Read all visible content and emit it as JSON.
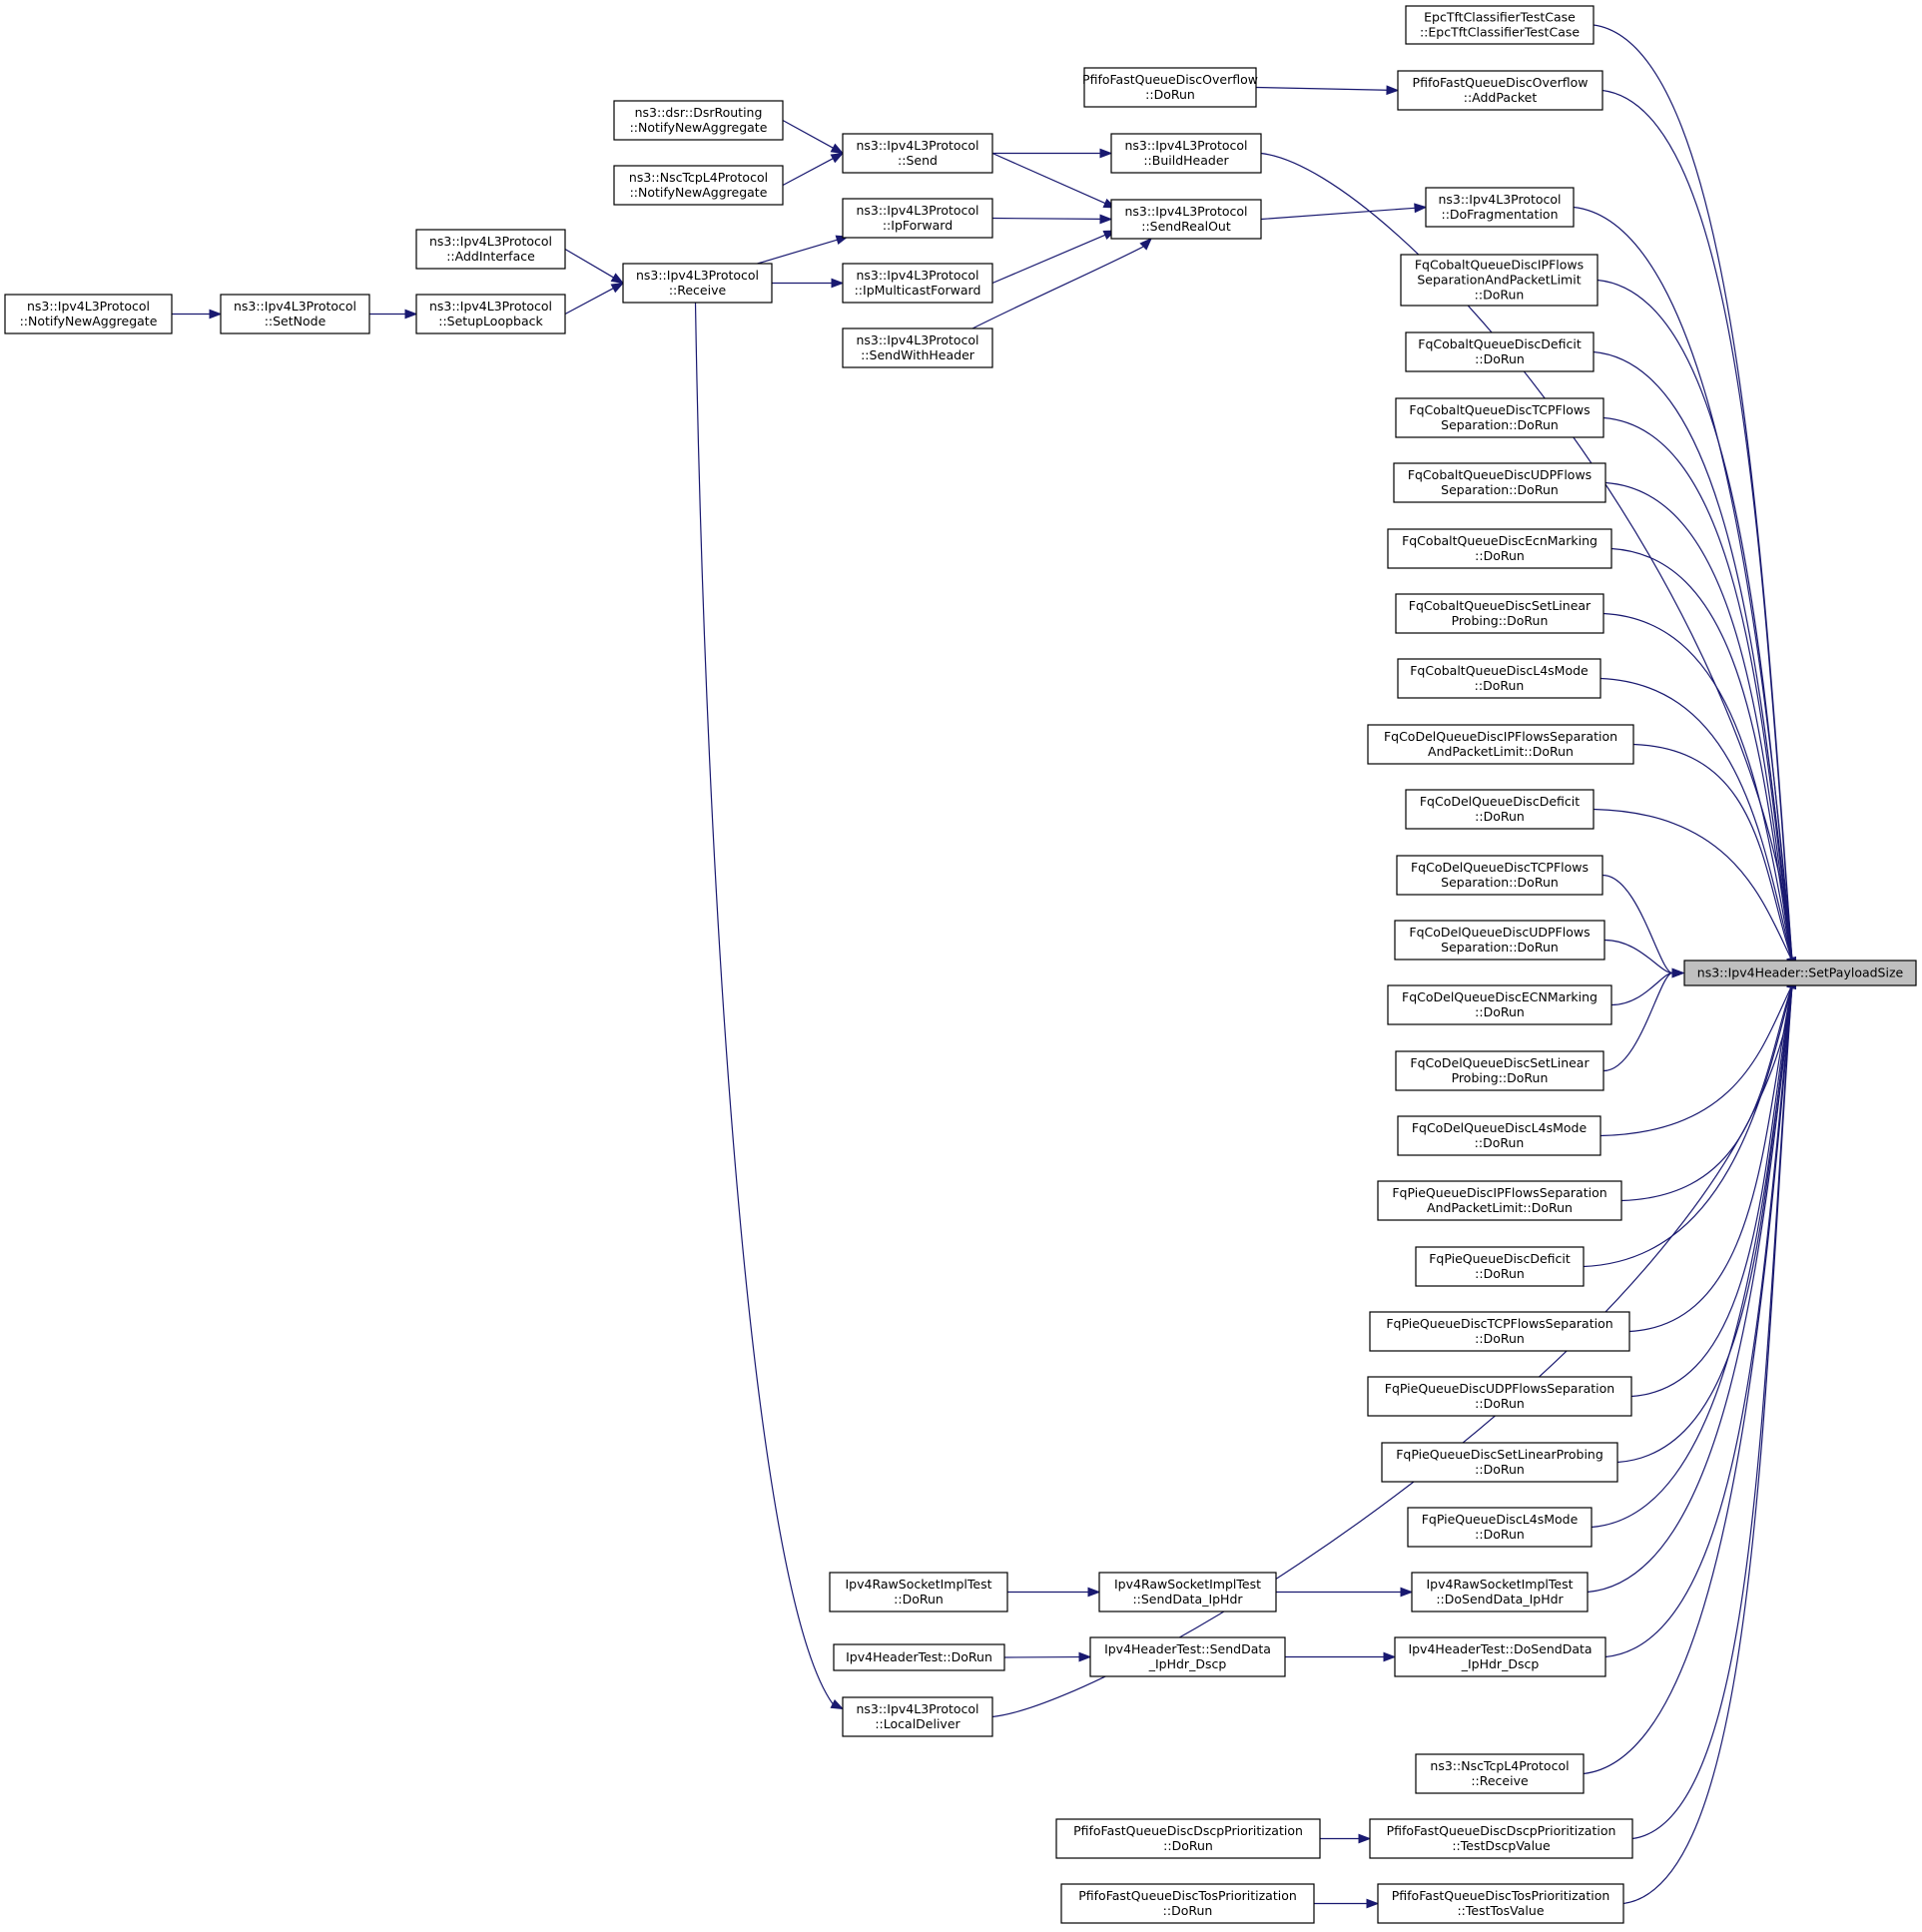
{
  "graph": {
    "title": "ns3::Ipv4Header::SetPayloadSize",
    "colors": {
      "edge": "#191970",
      "focus_fill": "#bfbfbf",
      "node_fill": "#ffffff",
      "node_border": "#000000"
    },
    "nodes": [
      {
        "id": "target",
        "lines": [
          "ns3::Ipv4Header::SetPayloadSize"
        ],
        "focus": true
      },
      {
        "id": "epc",
        "lines": [
          "EpcTftClassifierTestCase",
          "::EpcTftClassifierTestCase"
        ]
      },
      {
        "id": "pf_ovf_run",
        "lines": [
          "PfifoFastQueueDiscOverflow",
          "::DoRun"
        ]
      },
      {
        "id": "pf_ovf_add",
        "lines": [
          "PfifoFastQueueDiscOverflow",
          "::AddPacket"
        ]
      },
      {
        "id": "dsr",
        "lines": [
          "ns3::dsr::DsrRouting",
          "::NotifyNewAggregate"
        ]
      },
      {
        "id": "nsc_agg",
        "lines": [
          "ns3::NscTcpL4Protocol",
          "::NotifyNewAggregate"
        ]
      },
      {
        "id": "send",
        "lines": [
          "ns3::Ipv4L3Protocol",
          "::Send"
        ]
      },
      {
        "id": "buildheader",
        "lines": [
          "ns3::Ipv4L3Protocol",
          "::BuildHeader"
        ]
      },
      {
        "id": "dofrag",
        "lines": [
          "ns3::Ipv4L3Protocol",
          "::DoFragmentation"
        ]
      },
      {
        "id": "ipforward",
        "lines": [
          "ns3::Ipv4L3Protocol",
          "::IpForward"
        ]
      },
      {
        "id": "sendrealout",
        "lines": [
          "ns3::Ipv4L3Protocol",
          "::SendRealOut"
        ]
      },
      {
        "id": "addinterface",
        "lines": [
          "ns3::Ipv4L3Protocol",
          "::AddInterface"
        ]
      },
      {
        "id": "receive",
        "lines": [
          "ns3::Ipv4L3Protocol",
          "::Receive"
        ]
      },
      {
        "id": "ipmulticast",
        "lines": [
          "ns3::Ipv4L3Protocol",
          "::IpMulticastForward"
        ]
      },
      {
        "id": "l3_agg",
        "lines": [
          "ns3::Ipv4L3Protocol",
          "::NotifyNewAggregate"
        ]
      },
      {
        "id": "setnode",
        "lines": [
          "ns3::Ipv4L3Protocol",
          "::SetNode"
        ]
      },
      {
        "id": "setuploop",
        "lines": [
          "ns3::Ipv4L3Protocol",
          "::SetupLoopback"
        ]
      },
      {
        "id": "sendwithheader",
        "lines": [
          "ns3::Ipv4L3Protocol",
          "::SendWithHeader"
        ]
      },
      {
        "id": "fqc_ipflows",
        "lines": [
          "FqCobaltQueueDiscIPFlows",
          "SeparationAndPacketLimit",
          "::DoRun"
        ]
      },
      {
        "id": "fqc_deficit",
        "lines": [
          "FqCobaltQueueDiscDeficit",
          "::DoRun"
        ]
      },
      {
        "id": "fqc_tcp",
        "lines": [
          "FqCobaltQueueDiscTCPFlows",
          "Separation::DoRun"
        ]
      },
      {
        "id": "fqc_udp",
        "lines": [
          "FqCobaltQueueDiscUDPFlows",
          "Separation::DoRun"
        ]
      },
      {
        "id": "fqc_ecn",
        "lines": [
          "FqCobaltQueueDiscEcnMarking",
          "::DoRun"
        ]
      },
      {
        "id": "fqc_linear",
        "lines": [
          "FqCobaltQueueDiscSetLinear",
          "Probing::DoRun"
        ]
      },
      {
        "id": "fqc_l4s",
        "lines": [
          "FqCobaltQueueDiscL4sMode",
          "::DoRun"
        ]
      },
      {
        "id": "fqd_ipflows",
        "lines": [
          "FqCoDelQueueDiscIPFlowsSeparation",
          "AndPacketLimit::DoRun"
        ]
      },
      {
        "id": "fqd_deficit",
        "lines": [
          "FqCoDelQueueDiscDeficit",
          "::DoRun"
        ]
      },
      {
        "id": "fqd_tcp",
        "lines": [
          "FqCoDelQueueDiscTCPFlows",
          "Separation::DoRun"
        ]
      },
      {
        "id": "fqd_udp",
        "lines": [
          "FqCoDelQueueDiscUDPFlows",
          "Separation::DoRun"
        ]
      },
      {
        "id": "fqd_ecn",
        "lines": [
          "FqCoDelQueueDiscECNMarking",
          "::DoRun"
        ]
      },
      {
        "id": "fqd_linear",
        "lines": [
          "FqCoDelQueueDiscSetLinear",
          "Probing::DoRun"
        ]
      },
      {
        "id": "fqd_l4s",
        "lines": [
          "FqCoDelQueueDiscL4sMode",
          "::DoRun"
        ]
      },
      {
        "id": "fqp_ipflows",
        "lines": [
          "FqPieQueueDiscIPFlowsSeparation",
          "AndPacketLimit::DoRun"
        ]
      },
      {
        "id": "fqp_deficit",
        "lines": [
          "FqPieQueueDiscDeficit",
          "::DoRun"
        ]
      },
      {
        "id": "fqp_tcp",
        "lines": [
          "FqPieQueueDiscTCPFlowsSeparation",
          "::DoRun"
        ]
      },
      {
        "id": "fqp_udp",
        "lines": [
          "FqPieQueueDiscUDPFlowsSeparation",
          "::DoRun"
        ]
      },
      {
        "id": "fqp_linear",
        "lines": [
          "FqPieQueueDiscSetLinearProbing",
          "::DoRun"
        ]
      },
      {
        "id": "fqp_l4s",
        "lines": [
          "FqPieQueueDiscL4sMode",
          "::DoRun"
        ]
      },
      {
        "id": "raw_dorun",
        "lines": [
          "Ipv4RawSocketImplTest",
          "::DoRun"
        ]
      },
      {
        "id": "raw_senddata",
        "lines": [
          "Ipv4RawSocketImplTest",
          "::SendData_IpHdr"
        ]
      },
      {
        "id": "raw_dosenddata",
        "lines": [
          "Ipv4RawSocketImplTest",
          "::DoSendData_IpHdr"
        ]
      },
      {
        "id": "hdr_dorun",
        "lines": [
          "Ipv4HeaderTest::DoRun"
        ]
      },
      {
        "id": "hdr_senddata",
        "lines": [
          "Ipv4HeaderTest::SendData",
          "_IpHdr_Dscp"
        ]
      },
      {
        "id": "hdr_dosenddata",
        "lines": [
          "Ipv4HeaderTest::DoSendData",
          "_IpHdr_Dscp"
        ]
      },
      {
        "id": "localdeliver",
        "lines": [
          "ns3::Ipv4L3Protocol",
          "::LocalDeliver"
        ]
      },
      {
        "id": "nsc_receive",
        "lines": [
          "ns3::NscTcpL4Protocol",
          "::Receive"
        ]
      },
      {
        "id": "pf_dscp_run",
        "lines": [
          "PfifoFastQueueDiscDscpPrioritization",
          "::DoRun"
        ]
      },
      {
        "id": "pf_dscp_test",
        "lines": [
          "PfifoFastQueueDiscDscpPrioritization",
          "::TestDscpValue"
        ]
      },
      {
        "id": "pf_tos_run",
        "lines": [
          "PfifoFastQueueDiscTosPrioritization",
          "::DoRun"
        ]
      },
      {
        "id": "pf_tos_test",
        "lines": [
          "PfifoFastQueueDiscTosPrioritization",
          "::TestTosValue"
        ]
      }
    ],
    "edges": [
      [
        "epc",
        "target"
      ],
      [
        "pf_ovf_add",
        "target"
      ],
      [
        "buildheader",
        "target"
      ],
      [
        "dofrag",
        "target"
      ],
      [
        "fqc_ipflows",
        "target"
      ],
      [
        "fqc_deficit",
        "target"
      ],
      [
        "fqc_tcp",
        "target"
      ],
      [
        "fqc_udp",
        "target"
      ],
      [
        "fqc_ecn",
        "target"
      ],
      [
        "fqc_linear",
        "target"
      ],
      [
        "fqc_l4s",
        "target"
      ],
      [
        "fqd_ipflows",
        "target"
      ],
      [
        "fqd_deficit",
        "target"
      ],
      [
        "fqd_tcp",
        "target"
      ],
      [
        "fqd_udp",
        "target"
      ],
      [
        "fqd_ecn",
        "target"
      ],
      [
        "fqd_linear",
        "target"
      ],
      [
        "fqd_l4s",
        "target"
      ],
      [
        "fqp_ipflows",
        "target"
      ],
      [
        "fqp_deficit",
        "target"
      ],
      [
        "fqp_tcp",
        "target"
      ],
      [
        "fqp_udp",
        "target"
      ],
      [
        "fqp_linear",
        "target"
      ],
      [
        "fqp_l4s",
        "target"
      ],
      [
        "raw_dosenddata",
        "target"
      ],
      [
        "hdr_dosenddata",
        "target"
      ],
      [
        "localdeliver",
        "target"
      ],
      [
        "nsc_receive",
        "target"
      ],
      [
        "pf_dscp_test",
        "target"
      ],
      [
        "pf_tos_test",
        "target"
      ],
      [
        "pf_ovf_run",
        "pf_ovf_add"
      ],
      [
        "send",
        "buildheader"
      ],
      [
        "sendrealout",
        "dofrag"
      ],
      [
        "send",
        "sendrealout"
      ],
      [
        "ipforward",
        "sendrealout"
      ],
      [
        "ipmulticast",
        "sendrealout"
      ],
      [
        "sendwithheader",
        "sendrealout"
      ],
      [
        "dsr",
        "send"
      ],
      [
        "nsc_agg",
        "send"
      ],
      [
        "receive",
        "ipforward"
      ],
      [
        "receive",
        "ipmulticast"
      ],
      [
        "receive",
        "localdeliver"
      ],
      [
        "addinterface",
        "receive"
      ],
      [
        "setuploop",
        "receive"
      ],
      [
        "setnode",
        "setuploop"
      ],
      [
        "l3_agg",
        "setnode"
      ],
      [
        "raw_senddata",
        "raw_dosenddata"
      ],
      [
        "raw_dorun",
        "raw_senddata"
      ],
      [
        "hdr_senddata",
        "hdr_dosenddata"
      ],
      [
        "hdr_dorun",
        "hdr_senddata"
      ],
      [
        "pf_dscp_run",
        "pf_dscp_test"
      ],
      [
        "pf_tos_run",
        "pf_tos_test"
      ]
    ]
  }
}
